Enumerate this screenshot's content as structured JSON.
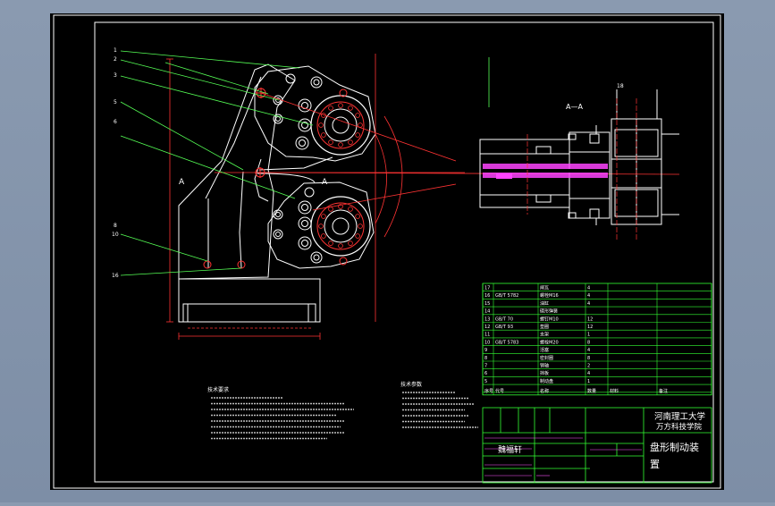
{
  "colors": {
    "background": "#7f8fa6",
    "sheet": "#000000",
    "border": "#ffffff",
    "drawing": "#ffffff",
    "dims": "#ff3333",
    "leaders": "#55ff55",
    "annotations": "#ff55ff",
    "hatch": "#ff44ff",
    "table_lines": "#33ff33",
    "table_text": "#ffffff"
  },
  "labels": {
    "section_aa": "A—A",
    "section_a_left": "A",
    "section_a_right": "A",
    "callouts": [
      "1",
      "2",
      "3",
      "5",
      "6",
      "8",
      "10",
      "16",
      "18"
    ]
  },
  "title_block": {
    "school_line1": "河南理工大学",
    "school_line2": "万方科技学院",
    "drawing_name_line1": "盘形制动装",
    "drawing_name_line2": "置",
    "designer": "魏福轩"
  },
  "tech_notes": {
    "left_heading": "技术要求",
    "right_heading": "技术参数"
  },
  "parts_list": [
    [
      "17",
      "",
      "闸瓦",
      "4",
      "",
      ""
    ],
    [
      "16",
      "GB/T 5782",
      "螺栓M16",
      "4",
      "",
      ""
    ],
    [
      "15",
      "",
      "油缸",
      "4",
      "",
      ""
    ],
    [
      "14",
      "",
      "碟形弹簧",
      "",
      "",
      ""
    ],
    [
      "13",
      "GB/T 70",
      "螺钉M10",
      "12",
      "",
      ""
    ],
    [
      "12",
      "GB/T 93",
      "垫圈",
      "12",
      "",
      ""
    ],
    [
      "11",
      "",
      "支架",
      "1",
      "",
      ""
    ],
    [
      "10",
      "GB/T 5783",
      "螺栓M20",
      "8",
      "",
      ""
    ],
    [
      "9",
      "",
      "活塞",
      "4",
      "",
      ""
    ],
    [
      "8",
      "",
      "密封圈",
      "8",
      "",
      ""
    ],
    [
      "7",
      "",
      "销轴",
      "2",
      "",
      ""
    ],
    [
      "6",
      "",
      "挡板",
      "4",
      "",
      ""
    ],
    [
      "5",
      "",
      "制动盘",
      "1",
      "",
      ""
    ]
  ],
  "parts_header": [
    "序号",
    "代号",
    "名称",
    "数量",
    "材料",
    "备注"
  ]
}
